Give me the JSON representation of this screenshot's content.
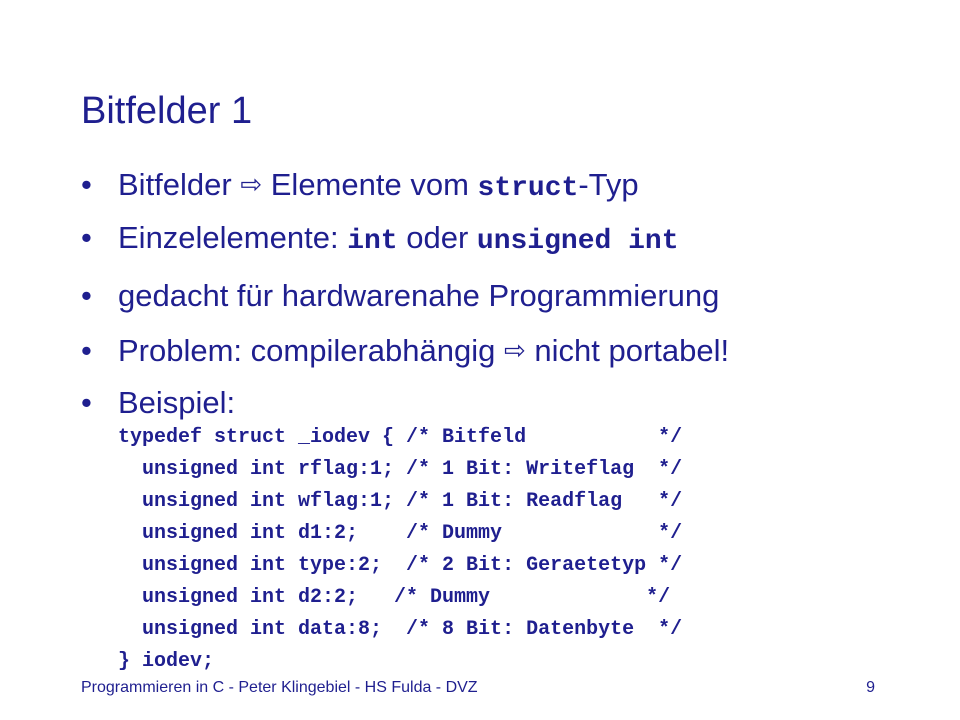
{
  "slide": {
    "title": "Bitfelder 1",
    "bullet_symbol": "•",
    "arrow_symbol": "⇨",
    "bullets": [
      {
        "text_before": "Bitfelder ",
        "text_after": " Elemente vom ",
        "code": "struct",
        "suffix": "-Typ"
      },
      {
        "text_before": "Einzelelemente: ",
        "code1": "int",
        "middle": " oder ",
        "code2": "unsigned int"
      },
      {
        "text": "gedacht für hardwarenahe Programmierung"
      },
      {
        "text_before": "Problem: compilerabhängig ",
        "text_after": " nicht portabel!"
      },
      {
        "text": "Beispiel:"
      }
    ],
    "code_lines": [
      "typedef struct _iodev { /* Bitfeld           */",
      "  unsigned int rflag:1; /* 1 Bit: Writeflag  */",
      "  unsigned int wflag:1; /* 1 Bit: Readflag   */",
      "  unsigned int d1:2;    /* Dummy             */",
      "  unsigned int type:2;  /* 2 Bit: Geraetetyp */",
      "  unsigned int d2:2;   /* Dummy             */",
      "  unsigned int data:8;  /* 8 Bit: Datenbyte  */",
      "} iodev;"
    ]
  },
  "footer": {
    "text": "Programmieren in C - Peter Klingebiel - HS Fulda - DVZ",
    "page_number": "9"
  }
}
